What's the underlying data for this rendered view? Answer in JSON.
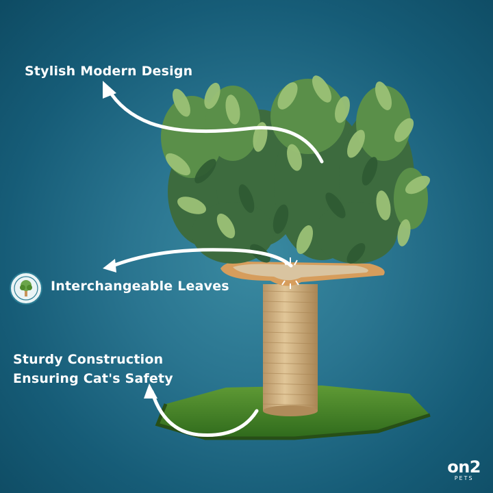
{
  "callouts": {
    "design": "Stylish Modern Design",
    "leaves": "Interchangeable Leaves",
    "construction_line1": "Sturdy Construction",
    "construction_line2": "Ensuring Cat's Safety"
  },
  "brand": {
    "logo_main": "on2",
    "logo_sub": "PETS"
  },
  "colors": {
    "background": "#1f6a84",
    "text": "#ffffff",
    "grass": "#4e8a2c",
    "rope": "#d8b98a",
    "platform": "#c8935a"
  },
  "icons": [
    "arrow-icon",
    "leaf-badge-icon",
    "brand-logo-icon"
  ]
}
